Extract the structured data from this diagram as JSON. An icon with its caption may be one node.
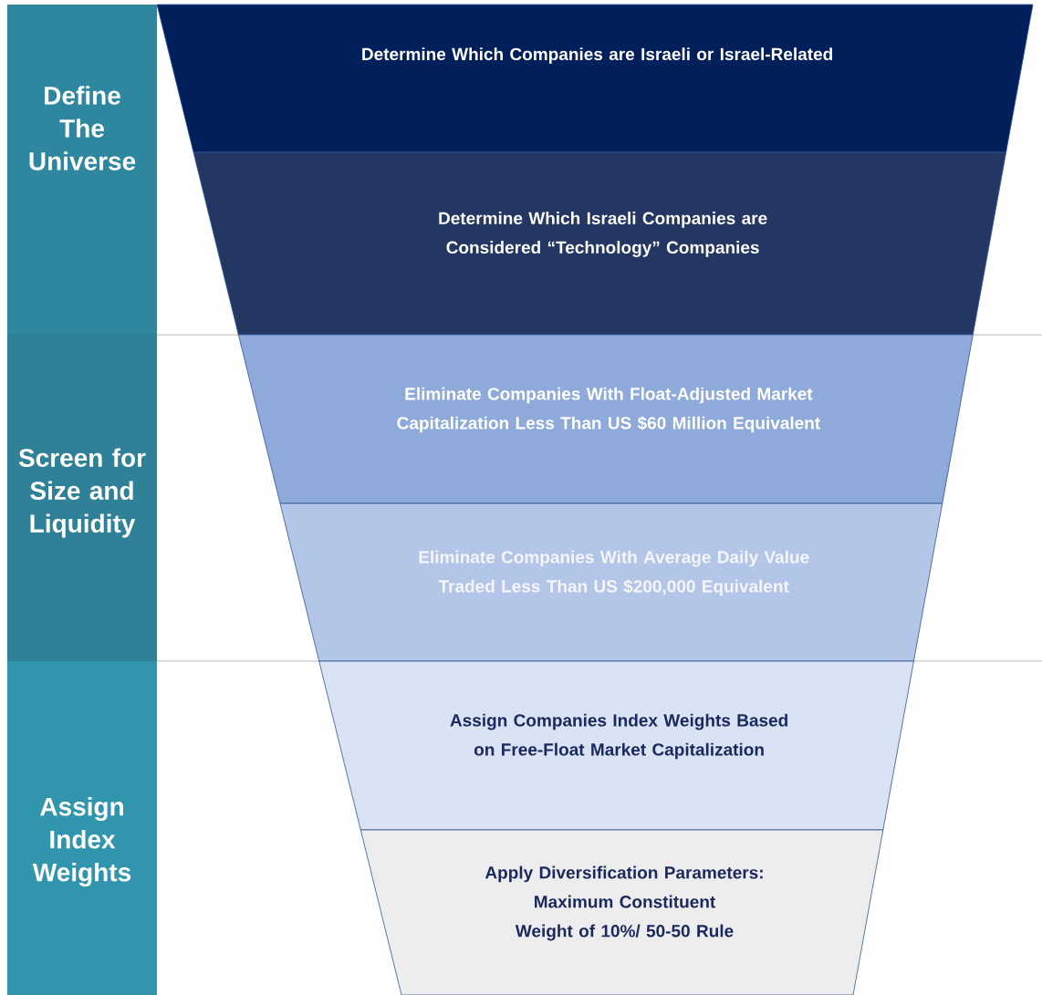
{
  "diagram": {
    "nodes": [
      {
        "text": [
          "Define The Universe"
        ]
      },
      {
        "text": [
          "Screen for Size and Liquidity"
        ]
      },
      {
        "text": [
          "Assign Index Weights"
        ]
      },
      {
        "text": [
          "Determine Which Companies are Israeli or Israel-Related"
        ]
      },
      {
        "text": [
          "Determine Which Israeli Companies are Considered “Technology” Companies"
        ]
      },
      {
        "text": [
          "Eliminate Companies With Float-Adjusted Market Capitalization Less Than US $60 Million Equivalent"
        ]
      },
      {
        "text": [
          "Eliminate Companies With Average Daily Value Traded Less Than US $200,000 Equivalent"
        ]
      },
      {
        "text": [
          "Assign Companies Index Weights Based on Free-Float Market Capitalization"
        ]
      },
      {
        "text": [
          "Apply Diversification Parameters: Maximum Constituent Weight of 10%/ 50-50 Rule"
        ]
      }
    ]
  }
}
